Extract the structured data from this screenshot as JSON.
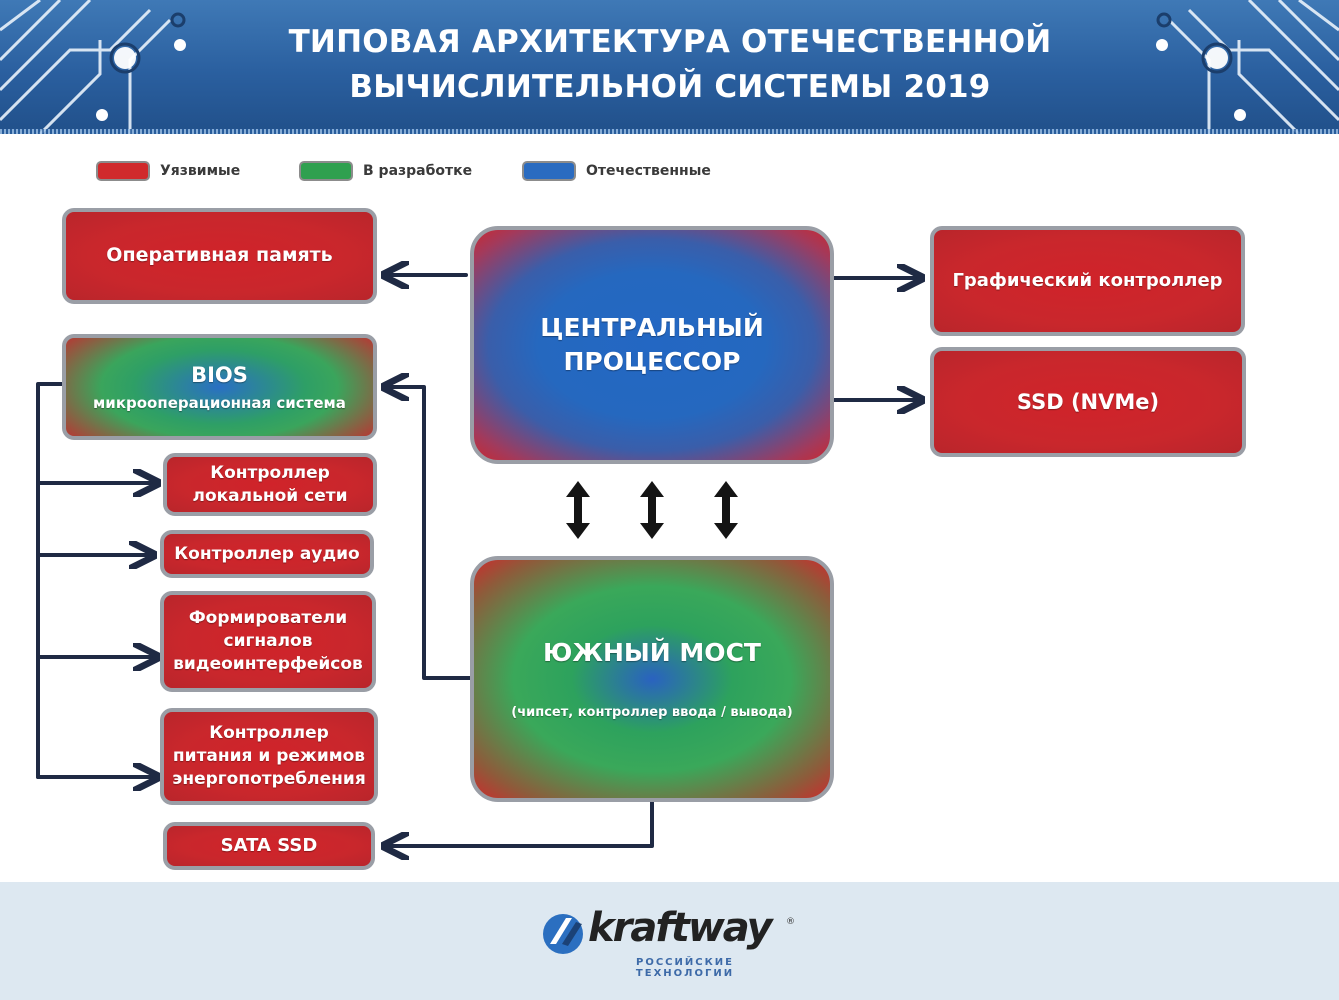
{
  "title": {
    "line1": "ТИПОВАЯ АРХИТЕКТУРА ОТЕЧЕСТВЕННОЙ",
    "line2": "ВЫЧИСЛИТЕЛЬНОЙ СИСТЕМЫ 2019"
  },
  "legend": [
    {
      "label": "Уязвимые",
      "color": "#d02a2c"
    },
    {
      "label": "В разработке",
      "color": "#2fa04f"
    },
    {
      "label": "Отечественные",
      "color": "#2a6bc0"
    }
  ],
  "nodes": {
    "ram": "Оперативная память",
    "bios_title": "BIOS",
    "bios_sub": "микрооперационная система",
    "lan_line1": "Контроллер",
    "lan_line2": "локальной сети",
    "audio": "Контроллер аудио",
    "video_line1": "Формирователи",
    "video_line2": "сигналов",
    "video_line3": "видеоинтерфейсов",
    "power_line1": "Контроллер",
    "power_line2": "питания и режимов",
    "power_line3": "энергопотребления",
    "sata": "SATA SSD",
    "cpu_line1": "ЦЕНТРАЛЬНЫЙ",
    "cpu_line2": "ПРОЦЕССОР",
    "gpu": "Графический контроллер",
    "nvme": "SSD (NVMe)",
    "south_title": "ЮЖНЫЙ МОСТ",
    "south_sub": "(чипсет, контроллер ввода / вывода)"
  },
  "footer": {
    "brand": "kraftway",
    "reg": "®",
    "tagline": "РОССИЙСКИЕ ТЕХНОЛОГИИ"
  }
}
